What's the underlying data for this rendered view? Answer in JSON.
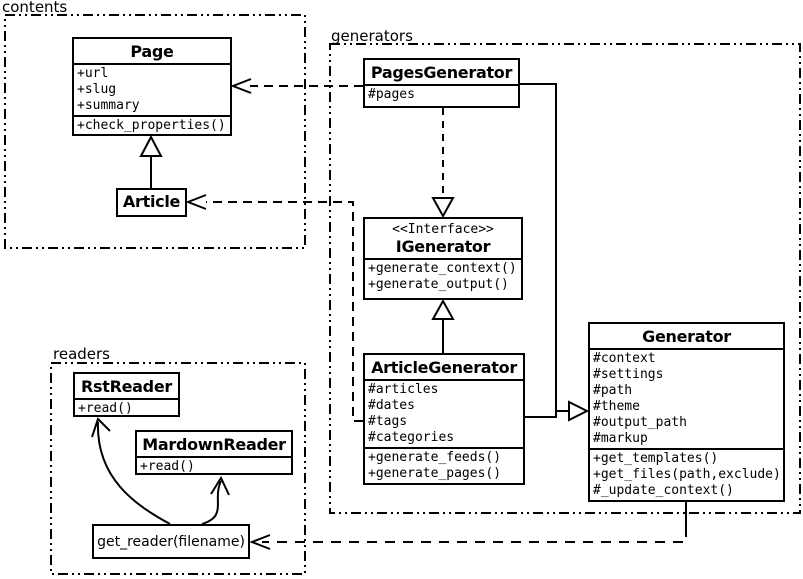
{
  "diagram": {
    "title_hint": "UML class diagram",
    "colors": {
      "line": "#000000",
      "background": "#ffffff",
      "box_fill": "#ffffff",
      "text": "#000000"
    },
    "packages": [
      {
        "label": "contents"
      },
      {
        "label": "generators"
      },
      {
        "label": "readers"
      }
    ],
    "classes": {
      "page": {
        "title": "Page",
        "attributes": [
          "+url",
          "+slug",
          "+summary"
        ],
        "methods": [
          "+check_properties()"
        ]
      },
      "article": {
        "title": "Article"
      },
      "pages_generator": {
        "title": "PagesGenerator",
        "attributes": [
          "#pages"
        ]
      },
      "igenerator": {
        "stereotype": "<<Interface>>",
        "title": "IGenerator",
        "methods": [
          "+generate_context()",
          "+generate_output()"
        ]
      },
      "article_generator": {
        "title": "ArticleGenerator",
        "attributes": [
          "#articles",
          "#dates",
          "#tags",
          "#categories"
        ],
        "methods": [
          "+generate_feeds()",
          "+generate_pages()"
        ]
      },
      "generator": {
        "title": "Generator",
        "attributes": [
          "#context",
          "#settings",
          "#path",
          "#theme",
          "#output_path",
          "#markup"
        ],
        "methods": [
          "+get_templates()",
          "+get_files(path,exclude)",
          "#_update_context()"
        ]
      },
      "rst_reader": {
        "title": "RstReader",
        "methods": [
          "+read()"
        ]
      },
      "mardown_reader": {
        "title": "MardownReader",
        "methods": [
          "+read()"
        ]
      }
    },
    "nodes": {
      "get_reader": {
        "label": "get_reader(filename)"
      }
    },
    "relations": [
      {
        "from": "Article",
        "to": "Page",
        "type": "generalization"
      },
      {
        "from": "PagesGenerator",
        "to": "Page",
        "type": "dependency"
      },
      {
        "from": "ArticleGenerator",
        "to": "Article",
        "type": "dependency"
      },
      {
        "from": "PagesGenerator",
        "to": "IGenerator",
        "type": "realization"
      },
      {
        "from": "ArticleGenerator",
        "to": "IGenerator",
        "type": "generalization"
      },
      {
        "from": "PagesGenerator",
        "to": "Generator",
        "type": "generalization"
      },
      {
        "from": "ArticleGenerator",
        "to": "Generator",
        "type": "generalization"
      },
      {
        "from": "Generator",
        "to": "get_reader(filename)",
        "type": "dependency"
      },
      {
        "from": "get_reader(filename)",
        "to": "RstReader",
        "type": "arrow"
      },
      {
        "from": "get_reader(filename)",
        "to": "MardownReader",
        "type": "arrow"
      }
    ]
  }
}
